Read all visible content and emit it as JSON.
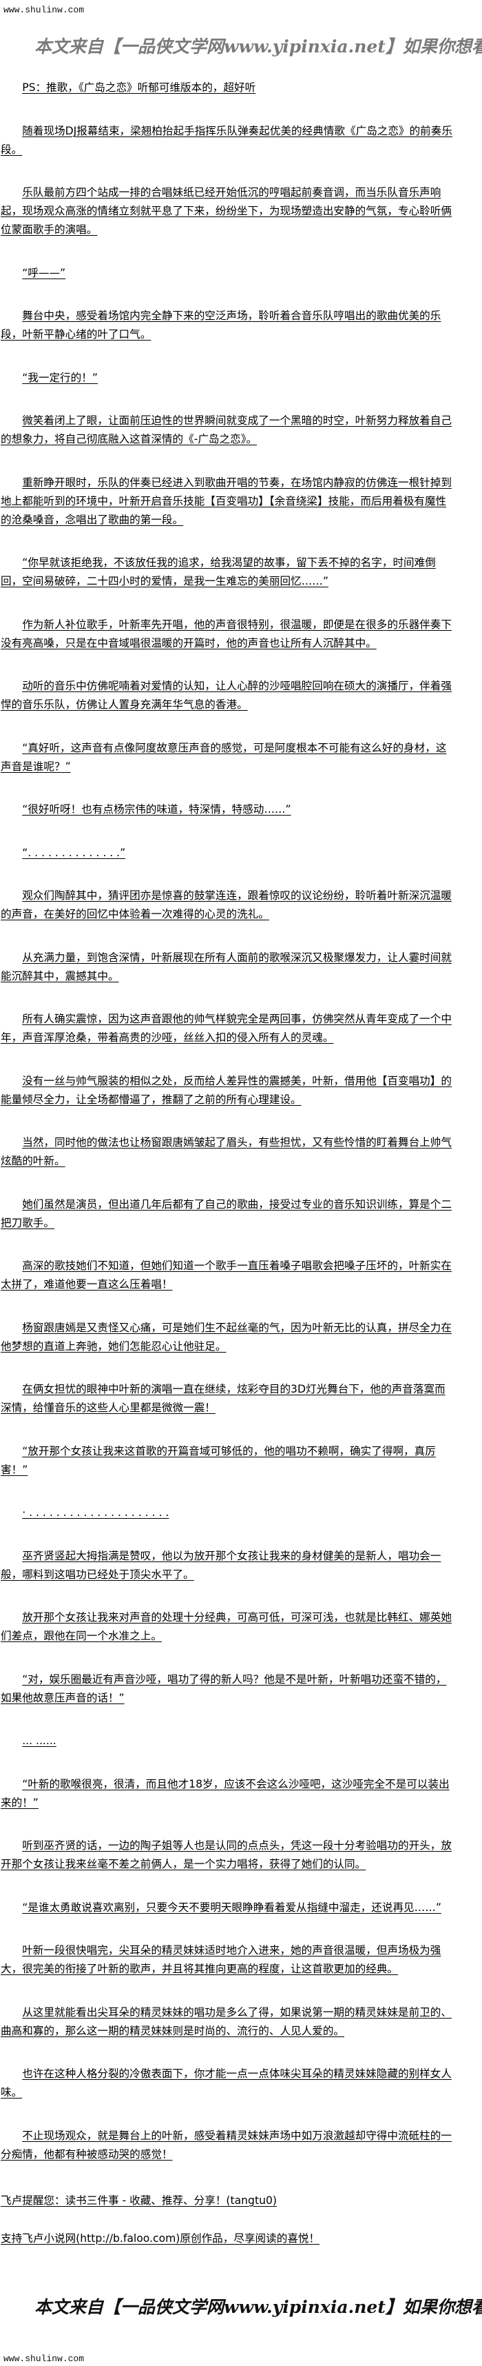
{
  "site": "www.shulinw.com",
  "banner": "本文来自【一品侠文学网www.yipinxia.net】如果你想看完整版小说，请",
  "article": {
    "paragraphs": [
      "PS：推歌，《广岛之恋》听郁可维版本的，超好听",
      "随着现场DJ报幕结束，梁翘柏抬起手指挥乐队弹奏起优美的经典情歌《广岛之恋》的前奏乐段。",
      "乐队最前方四个站成一排的合唱妹纸已经开始低沉的哼唱起前奏音调，而当乐队音乐声响起，现场观众高涨的情绪立刻就平息了下来，纷纷坐下，为现场塑造出安静的气氛，专心聆听俩位蒙面歌手的演唱。",
      "“呼——”",
      "舞台中央，感受着场馆内完全静下来的空泛声场，聆听着合音乐队哼唱出的歌曲优美的乐段，叶新平静心绪的叶了口气。",
      "“我一定行的！”",
      "微笑着闭上了眼，让面前压迫性的世界瞬间就变成了一个黑暗的时空，叶新努力释放着自己的想象力，将自己彻底融入这首深情的《-广岛之恋》。",
      "重新睁开眼时，乐队的伴奏已经进入到歌曲开唱的节奏，在场馆内静寂的仿佛连一根针掉到地上都能听到的环境中，叶新开启音乐技能【百变唱功】【余音绕梁】技能，而后用着极有魔性的沧桑嗓音，念唱出了歌曲的第一段。",
      "“你早就该拒绝我，不该放任我的追求，给我渴望的故事，留下丢不掉的名字，时间难倒回，空间易破碎，二十四小时的爱情，是我一生难忘的美丽回忆……”",
      "作为新人补位歌手，叶新率先开唱，他的声音很特别，很温暖，即便是在很多的乐器伴奏下没有亮高嗓，只是在中音域唱很温暖的开篇时，他的声音也让所有人沉醉其中。",
      "动听的音乐中仿佛呢喃着对爱情的认知，让人心醉的沙哑唱腔回响在硕大的演播厅，伴着强悍的音乐乐队，仿佛让人置身充满年华气息的香港。",
      "“真好听，这声音有点像阿度故意压声音的感觉，可是阿度根本不可能有这么好的身材，这声音是谁呢？”",
      "“很好听呀！也有点杨宗伟的味道，特深情，特感动……”",
      "“. . . . . . . . . . . . . .”",
      "观众们陶醉其中，猜评团亦是惊喜的鼓掌连连，跟着惊叹的议论纷纷，聆听着叶新深沉温暖的声音，在美好的回忆中体验着一次难得的心灵的洗礼。",
      "从充满力量，到饱含深情，叶新展现在所有人面前的歌喉深沉又极聚爆发力，让人霎时间就能沉醉其中，震撼其中。",
      "所有人确实震惊，因为这声音跟他的帅气样貌完全是两回事，仿佛突然从青年变成了一个中年，声音浑厚沧桑，带着高贵的沙哑，丝丝入扣的侵入所有人的灵魂。",
      "没有一丝与帅气服装的相似之处，反而给人差异性的震撼美，叶新，借用他【百变唱功】的能量倾尽全力，让全场都懵逼了，推翻了之前的所有心理建设。",
      "当然，同时他的做法也让杨窗跟唐嫣皱起了眉头，有些担忧，又有些怜惜的盯着舞台上帅气炫酷的叶新。",
      "她们虽然是演员，但出道几年后都有了自己的歌曲，接受过专业的音乐知识训练，算是个二把刀歌手。",
      "高深的歌技她们不知道，但她们知道一个歌手一直压着嗓子唱歌会把嗓子压坏的，叶新实在太拼了，难道他要一直这么压着唱！",
      "杨窗跟唐嫣是又责怪又心痛，可是她们生不起丝毫的气，因为叶新无比的认真，拼尽全力在他梦想的直道上奔驰，她们怎能忍心让他驻足。",
      "在俩女担忧的眼神中叶新的演唱一直在继续，炫彩夺目的3D灯光舞台下，他的声音落寞而深情，给懂音乐的这些人心里都是微微一震！",
      "“放开那个女孩让我来这首歌的开篇音域可够低的，他的唱功不赖啊，确实了得啊，真厉害！”",
      "· . . . . . . . . . . . . . . . . . . . . .",
      "巫齐贤竖起大拇指满是赞叹，他以为放开那个女孩让我来的身材健美的是新人，唱功会一般，哪料到这唱功已经处于顶尖水平了。",
      "放开那个女孩让我来对声音的处理十分经典，可高可低，可深可浅，也就是比韩红、娜英她们差点，跟他在同一个水准之上。",
      "“对，娱乐圈最近有声音沙哑，唱功了得的新人吗？他是不是叶新，叶新唱功还蛮不错的，如果他故意压声音的话！”",
      "... ......",
      "“叶新的歌喉很亮，很清，而且他才18岁，应该不会这么沙哑吧，这沙哑完全不是可以装出来的！”",
      "听到巫齐贤的话，一边的陶子姐等人也是认同的点点头，凭这一段十分考验唱功的开头，放开那个女孩让我来丝毫不差之前俩人，是一个实力唱将，获得了她们的认同。",
      "“是谁太勇敢说喜欢离别，只要今天不要明天眼睁睁看着爱从指缝中溜走，还说再见……”",
      "叶新一段很快唱完，尖耳朵的精灵妹妹适时地介入进来，她的声音很温暖，但声场极为强大，很完美的衔接了叶新的歌声，并且将其推向更高的程度，让这首歌更加的经典。",
      "从这里就能看出尖耳朵的精灵妹妹的唱功是多么了得，如果说第一期的精灵妹妹是前卫的、曲高和寡的，那么这一期的精灵妹妹则是时尚的、流行的、人见人爱的。",
      "也许在这种人格分裂的冷傲表面下，你才能一点一点体味尖耳朵的精灵妹妹隐藏的别样女人味。",
      "不止现场观众，就是舞台上的叶新，感受着精灵妹妹声场中如万浪激越却守得中流砥柱的一分痴情，他都有种被感动哭的感觉！"
    ]
  },
  "footer": {
    "notice": "飞卢提醒您：读书三件事 - 收藏、推荐、分享！(tangtu0)",
    "support": "支持飞卢小说网(http://b.faloo.com)原创作品，尽享阅读的喜悦！"
  }
}
